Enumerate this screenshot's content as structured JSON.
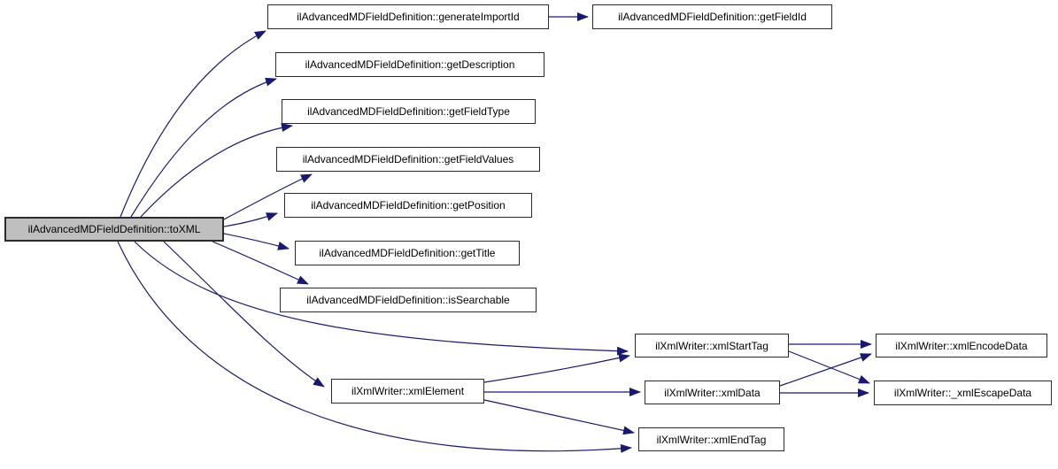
{
  "diagram": {
    "type": "call-graph",
    "root_function": "ilAdvancedMDFieldDefinition::toXML",
    "colors": {
      "edge": "#191970",
      "node_border": "#2b2b2b",
      "node_fill": "#ffffff",
      "highlight_fill": "#bfbfbf",
      "background": "#ffffff"
    },
    "nodes": [
      {
        "id": "toXML",
        "label": "ilAdvancedMDFieldDefinition::toXML",
        "highlighted": true
      },
      {
        "id": "generateImportId",
        "label": "ilAdvancedMDFieldDefinition::generateImportId"
      },
      {
        "id": "getFieldId",
        "label": "ilAdvancedMDFieldDefinition::getFieldId"
      },
      {
        "id": "getDescription",
        "label": "ilAdvancedMDFieldDefinition::getDescription"
      },
      {
        "id": "getFieldType",
        "label": "ilAdvancedMDFieldDefinition::getFieldType"
      },
      {
        "id": "getFieldValues",
        "label": "ilAdvancedMDFieldDefinition::getFieldValues"
      },
      {
        "id": "getPosition",
        "label": "ilAdvancedMDFieldDefinition::getPosition"
      },
      {
        "id": "getTitle",
        "label": "ilAdvancedMDFieldDefinition::getTitle"
      },
      {
        "id": "isSearchable",
        "label": "ilAdvancedMDFieldDefinition::isSearchable"
      },
      {
        "id": "xmlStartTag",
        "label": "ilXmlWriter::xmlStartTag"
      },
      {
        "id": "xmlElement",
        "label": "ilXmlWriter::xmlElement"
      },
      {
        "id": "xmlData",
        "label": "ilXmlWriter::xmlData"
      },
      {
        "id": "xmlEndTag",
        "label": "ilXmlWriter::xmlEndTag"
      },
      {
        "id": "xmlEncodeData",
        "label": "ilXmlWriter::xmlEncodeData"
      },
      {
        "id": "_xmlEscapeData",
        "label": "ilXmlWriter::_xmlEscapeData"
      }
    ],
    "edges": [
      {
        "from": "toXML",
        "to": "generateImportId"
      },
      {
        "from": "toXML",
        "to": "getDescription"
      },
      {
        "from": "toXML",
        "to": "getFieldType"
      },
      {
        "from": "toXML",
        "to": "getFieldValues"
      },
      {
        "from": "toXML",
        "to": "getPosition"
      },
      {
        "from": "toXML",
        "to": "getTitle"
      },
      {
        "from": "toXML",
        "to": "isSearchable"
      },
      {
        "from": "toXML",
        "to": "xmlElement"
      },
      {
        "from": "toXML",
        "to": "xmlStartTag"
      },
      {
        "from": "toXML",
        "to": "xmlEndTag"
      },
      {
        "from": "generateImportId",
        "to": "getFieldId"
      },
      {
        "from": "xmlElement",
        "to": "xmlStartTag"
      },
      {
        "from": "xmlElement",
        "to": "xmlData"
      },
      {
        "from": "xmlElement",
        "to": "xmlEndTag"
      },
      {
        "from": "xmlStartTag",
        "to": "xmlEncodeData"
      },
      {
        "from": "xmlStartTag",
        "to": "_xmlEscapeData"
      },
      {
        "from": "xmlData",
        "to": "xmlEncodeData"
      },
      {
        "from": "xmlData",
        "to": "_xmlEscapeData"
      }
    ]
  }
}
